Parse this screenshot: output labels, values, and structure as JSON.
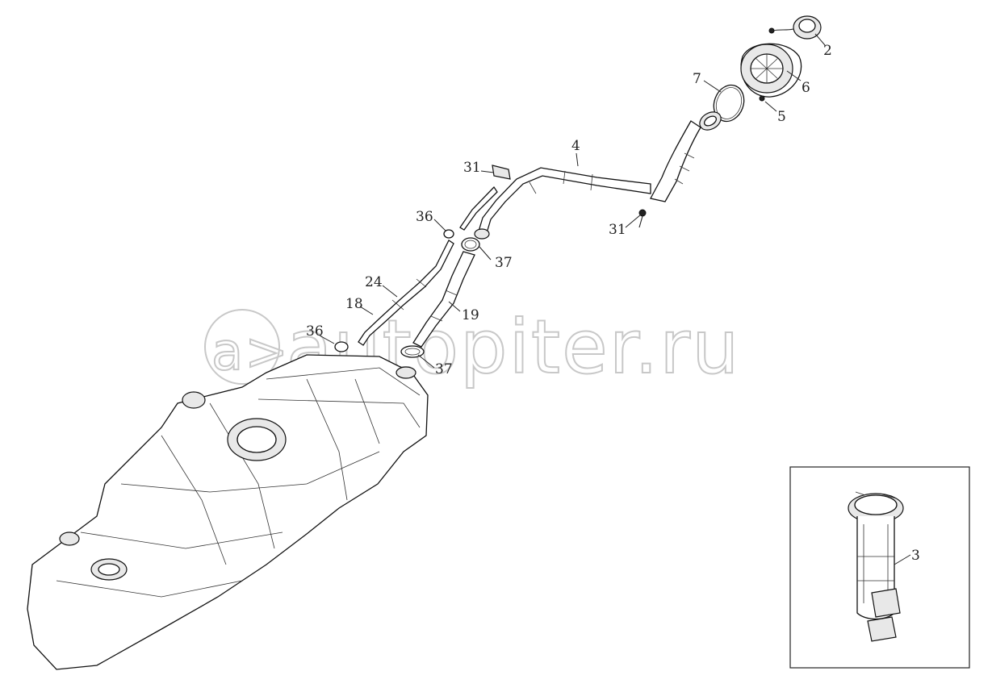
{
  "watermark": "autopiter.ru",
  "callouts": {
    "c2": "2",
    "c6": "6",
    "c7": "7",
    "c5": "5",
    "c4": "4",
    "c31a": "31",
    "c31b": "31",
    "c36a": "36",
    "c37a": "37",
    "c24": "24",
    "c18": "18",
    "c19": "19",
    "c36b": "36",
    "c37b": "37",
    "c3": "3"
  },
  "inset": {
    "present": true
  }
}
